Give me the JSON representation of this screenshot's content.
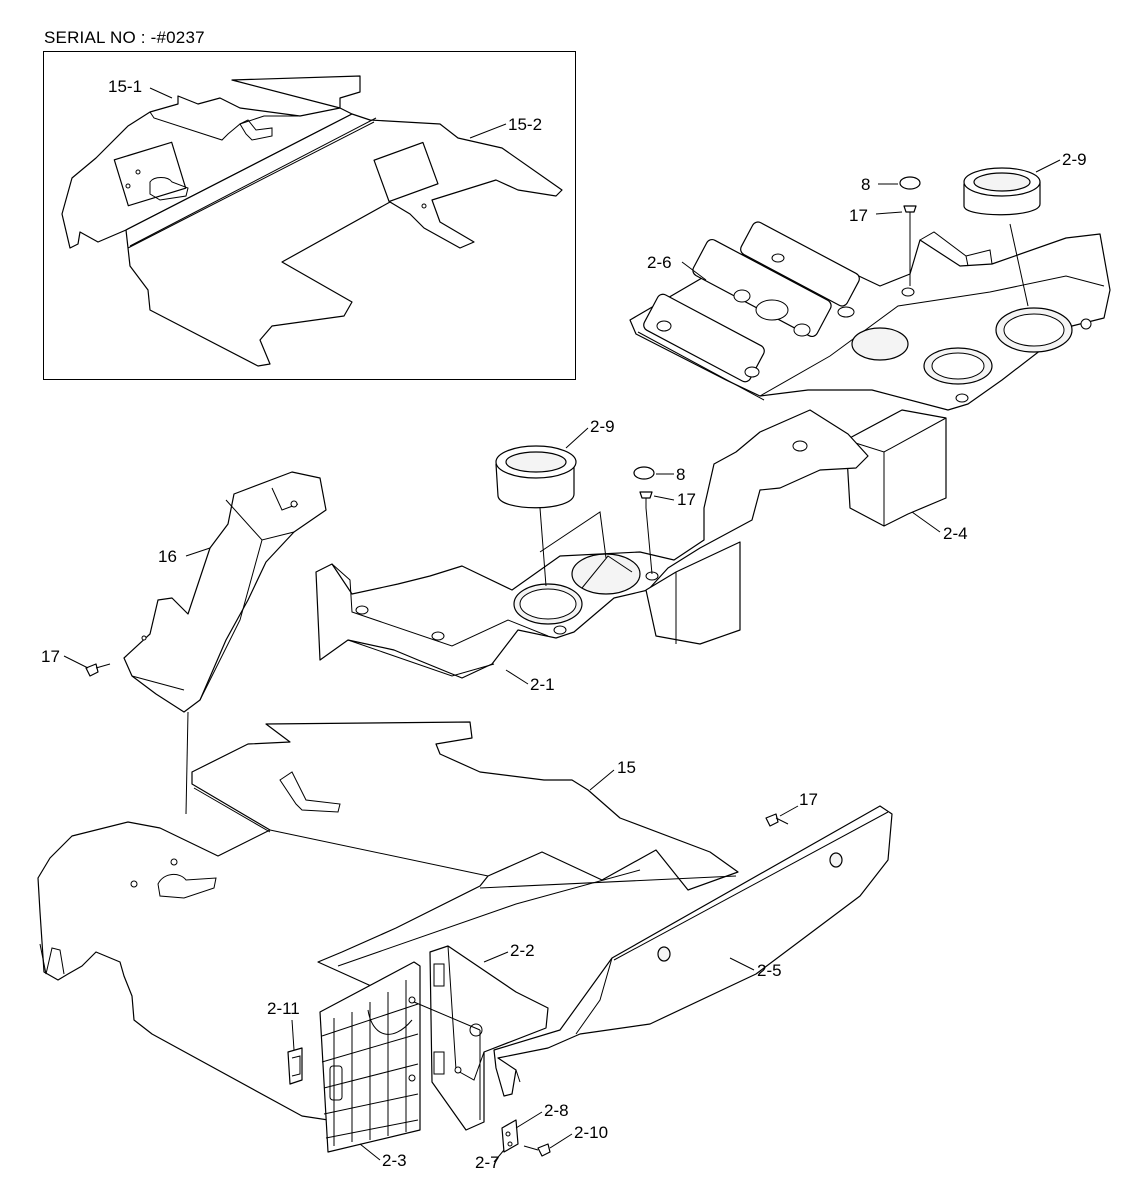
{
  "header": {
    "serial_label": "SERIAL NO : -#0237"
  },
  "callouts": {
    "inset_15_1": "15-1",
    "inset_15_2": "15-2",
    "c_8_top": "8",
    "c_17_top": "17",
    "c_2_9_top": "2-9",
    "c_2_6": "2-6",
    "c_2_9_mid": "2-9",
    "c_8_mid": "8",
    "c_17_mid": "17",
    "c_2_4": "2-4",
    "c_16": "16",
    "c_17_left": "17",
    "c_2_1": "2-1",
    "c_15": "15",
    "c_17_right": "17",
    "c_2_2": "2-2",
    "c_2_5": "2-5",
    "c_2_11": "2-11",
    "c_2_8": "2-8",
    "c_2_10": "2-10",
    "c_2_3": "2-3",
    "c_2_7": "2-7"
  }
}
